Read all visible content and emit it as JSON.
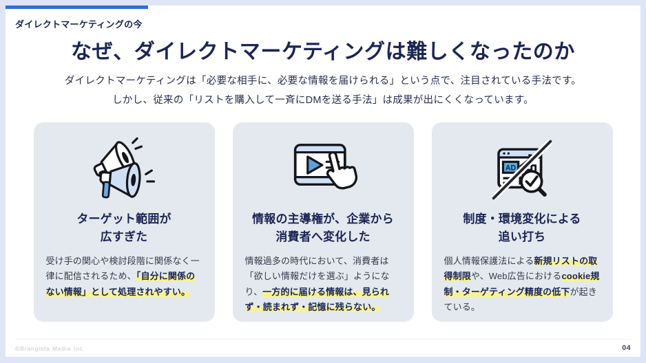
{
  "slide": {
    "eyebrow": "ダイレクトマーケティングの今",
    "title": "なぜ、ダイレクトマーケティングは難しくなったのか",
    "subtitle_line1": "ダイレクトマーケティングは「必要な相手に、必要な情報を届けられる」という点で、注目されている手法です。",
    "subtitle_line2": "しかし、従来の「リストを購入して一斉にDMを送る手法」は成果が出にくくなっています。"
  },
  "cards": [
    {
      "icon": "megaphones-icon",
      "title_lines": [
        "ターゲット範囲が",
        "広すぎた"
      ],
      "body_segments": [
        {
          "text": "受け手の関心や検討段階に関係なく一律に配信されるため、",
          "highlight": false
        },
        {
          "text": "「自分に関係のない情報」として処理されやすい。",
          "highlight": true
        }
      ]
    },
    {
      "icon": "video-player-click-icon",
      "title_lines": [
        "情報の主導権が、企業から",
        "消費者へ変化した"
      ],
      "body_segments": [
        {
          "text": "情報過多の時代において、消費者は「欲しい情報だけを選ぶ」ようになり、",
          "highlight": false
        },
        {
          "text": "一方的に届ける情報は、見られず・読まれず・記憶に残らない。",
          "highlight": true
        }
      ]
    },
    {
      "icon": "blocked-ad-icon",
      "icon_label": "AD",
      "title_lines": [
        "制度・環境変化による",
        "追い打ち"
      ],
      "body_segments": [
        {
          "text": "個人情報保護法による",
          "highlight": false
        },
        {
          "text": "新規リストの取得制限",
          "highlight": true
        },
        {
          "text": "や、Web広告における",
          "highlight": false
        },
        {
          "text": "cookie規制・ターゲティング精度の低下",
          "highlight": true
        },
        {
          "text": "が起きている。",
          "highlight": false
        }
      ]
    }
  ],
  "footer": {
    "copyright": "©Brangista Media Inc.",
    "page_number": "04"
  },
  "colors": {
    "page_background": "#dee5f6",
    "accent_blue": "#2f6fd8",
    "navy_text": "#1b2554",
    "card_background": "#e3e9ee",
    "highlight_yellow": "#f8f19c",
    "icon_light_blue": "#cfe0f4",
    "icon_mid_blue": "#5f9fd8"
  }
}
